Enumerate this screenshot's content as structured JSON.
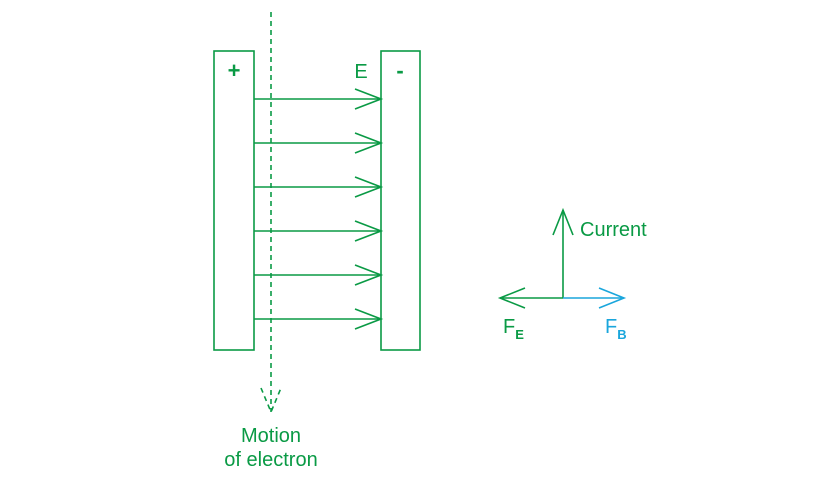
{
  "colors": {
    "primary": "#0a9a45",
    "secondary": "#1aa6dc",
    "background": "#ffffff"
  },
  "plates": {
    "positive_symbol": "+",
    "negative_symbol": "-"
  },
  "field": {
    "label": "E",
    "arrow_count": 6
  },
  "electron": {
    "label_line1": "Motion",
    "label_line2": "of electron"
  },
  "forces": {
    "current_label": "Current",
    "fe_main": "F",
    "fe_sub": "E",
    "fb_main": "F",
    "fb_sub": "B"
  }
}
